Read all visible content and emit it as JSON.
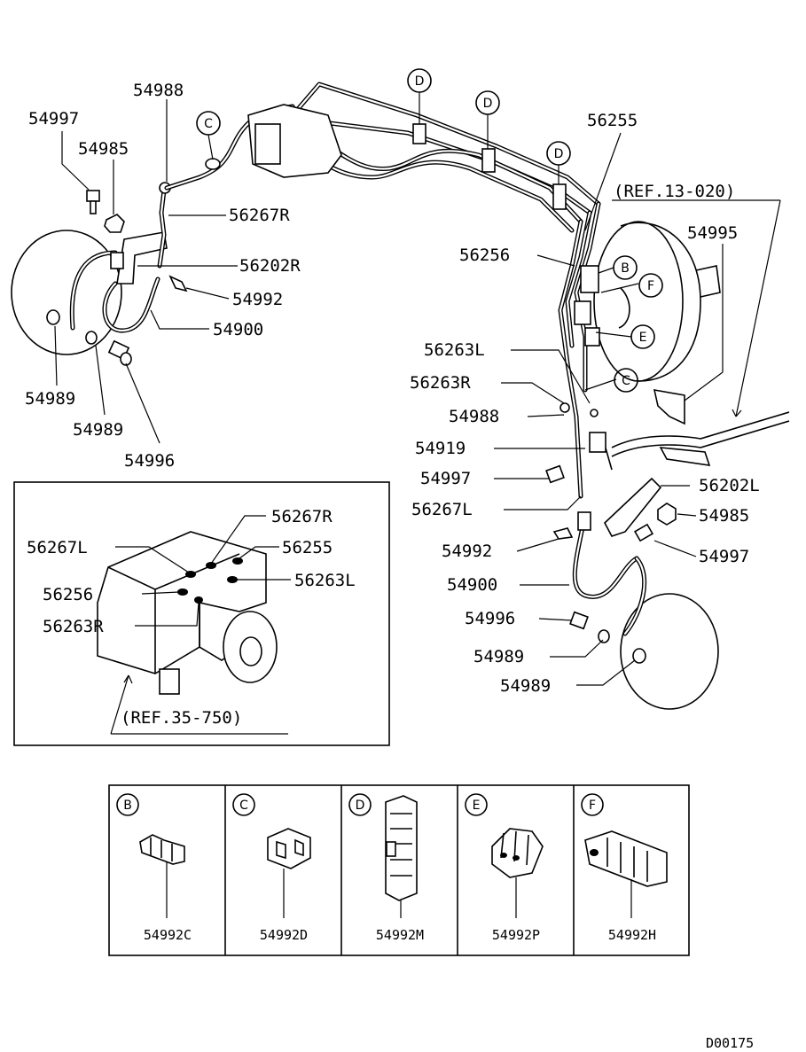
{
  "labels": {
    "p54988_top": "54988",
    "p54997_tl": "54997",
    "p54985_tl": "54985",
    "p56267R_tl": "56267R",
    "p56202R": "56202R",
    "p54992_tl": "54992",
    "p54900_tl": "54900",
    "p54989_a": "54989",
    "p54989_b": "54989",
    "p54996_tl": "54996",
    "p56255_top": "56255",
    "ref13": "(REF.13-020)",
    "p54995": "54995",
    "p56256_r": "56256",
    "p56263L_r": "56263L",
    "p56263R_r": "56263R",
    "p54988_r": "54988",
    "p54919": "54919",
    "p54997_r1": "54997",
    "p56202L": "56202L",
    "p56267L_r": "56267L",
    "p54985_r": "54985",
    "p54992_r": "54992",
    "p54997_r2": "54997",
    "p54900_r": "54900",
    "p54996_r": "54996",
    "p54989_r1": "54989",
    "p54989_r2": "54989"
  },
  "callouts": {
    "D1": "D",
    "D2": "D",
    "D3": "D",
    "C_top": "C",
    "C_mid": "C",
    "B": "B",
    "F": "F",
    "E": "E"
  },
  "inset": {
    "p56267R": "56267R",
    "p56267L": "56267L",
    "p56255": "56255",
    "p56256": "56256",
    "p56263L": "56263L",
    "p56263R": "56263R",
    "ref": "(REF.35-750)"
  },
  "clips": [
    {
      "letter": "B",
      "code": "54992C"
    },
    {
      "letter": "C",
      "code": "54992D"
    },
    {
      "letter": "D",
      "code": "54992M"
    },
    {
      "letter": "E",
      "code": "54992P"
    },
    {
      "letter": "F",
      "code": "54992H"
    }
  ],
  "diagram_id": "D00175"
}
